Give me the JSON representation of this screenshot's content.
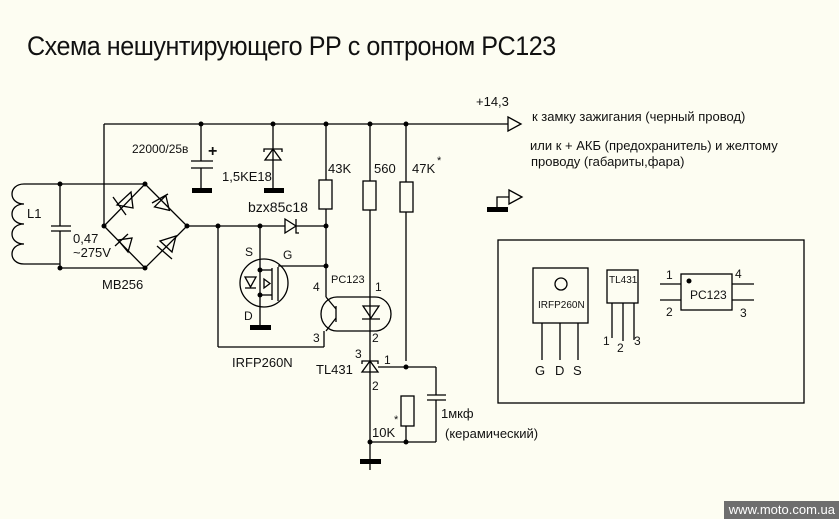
{
  "title": "Схема нешунтирующего РР с оптроном PC123",
  "power_output": {
    "voltage_label": "+14,3",
    "note_line1": "к замку  зажигания  (черный провод)",
    "note_line2": "или к + АКБ (предохранитель) и желтому",
    "note_line3": "проводу (габариты,фара)"
  },
  "components": {
    "inductor": "L1",
    "cap_ac_value": "0,47",
    "cap_ac_voltage": "~275V",
    "bridge": "MB256",
    "cap_main": "22000/25в",
    "cap_main_polarity": "+",
    "tvs": "1,5KE18",
    "zener": "bzx85c18",
    "r1": "43K",
    "r2": "560",
    "r3": "47K",
    "r3_mark": "*",
    "mosfet_s": "S",
    "mosfet_g": "G",
    "mosfet_d": "D",
    "mosfet": "IRFP260N",
    "opto": "PC123",
    "opto_pin1": "1",
    "opto_pin2": "2",
    "opto_pin3": "3",
    "opto_pin4": "4",
    "tl431": "TL431",
    "tl431_pin1": "1",
    "tl431_pin2": "2",
    "tl431_pin3": "3",
    "r4": "10K",
    "r4_mark": "*",
    "cap_fb": "1мкф",
    "cap_fb_type": "(керамический)"
  },
  "pinout": {
    "mosfet_name": "IRFP260N",
    "mosfet_pins": [
      "G",
      "D",
      "S"
    ],
    "tl431_name": "TL431",
    "tl431_pins": [
      "1",
      "2",
      "3"
    ],
    "opto_name": "PC123",
    "opto_pins": [
      "1",
      "2",
      "3",
      "4"
    ]
  },
  "watermark": "www.moto.com.ua"
}
